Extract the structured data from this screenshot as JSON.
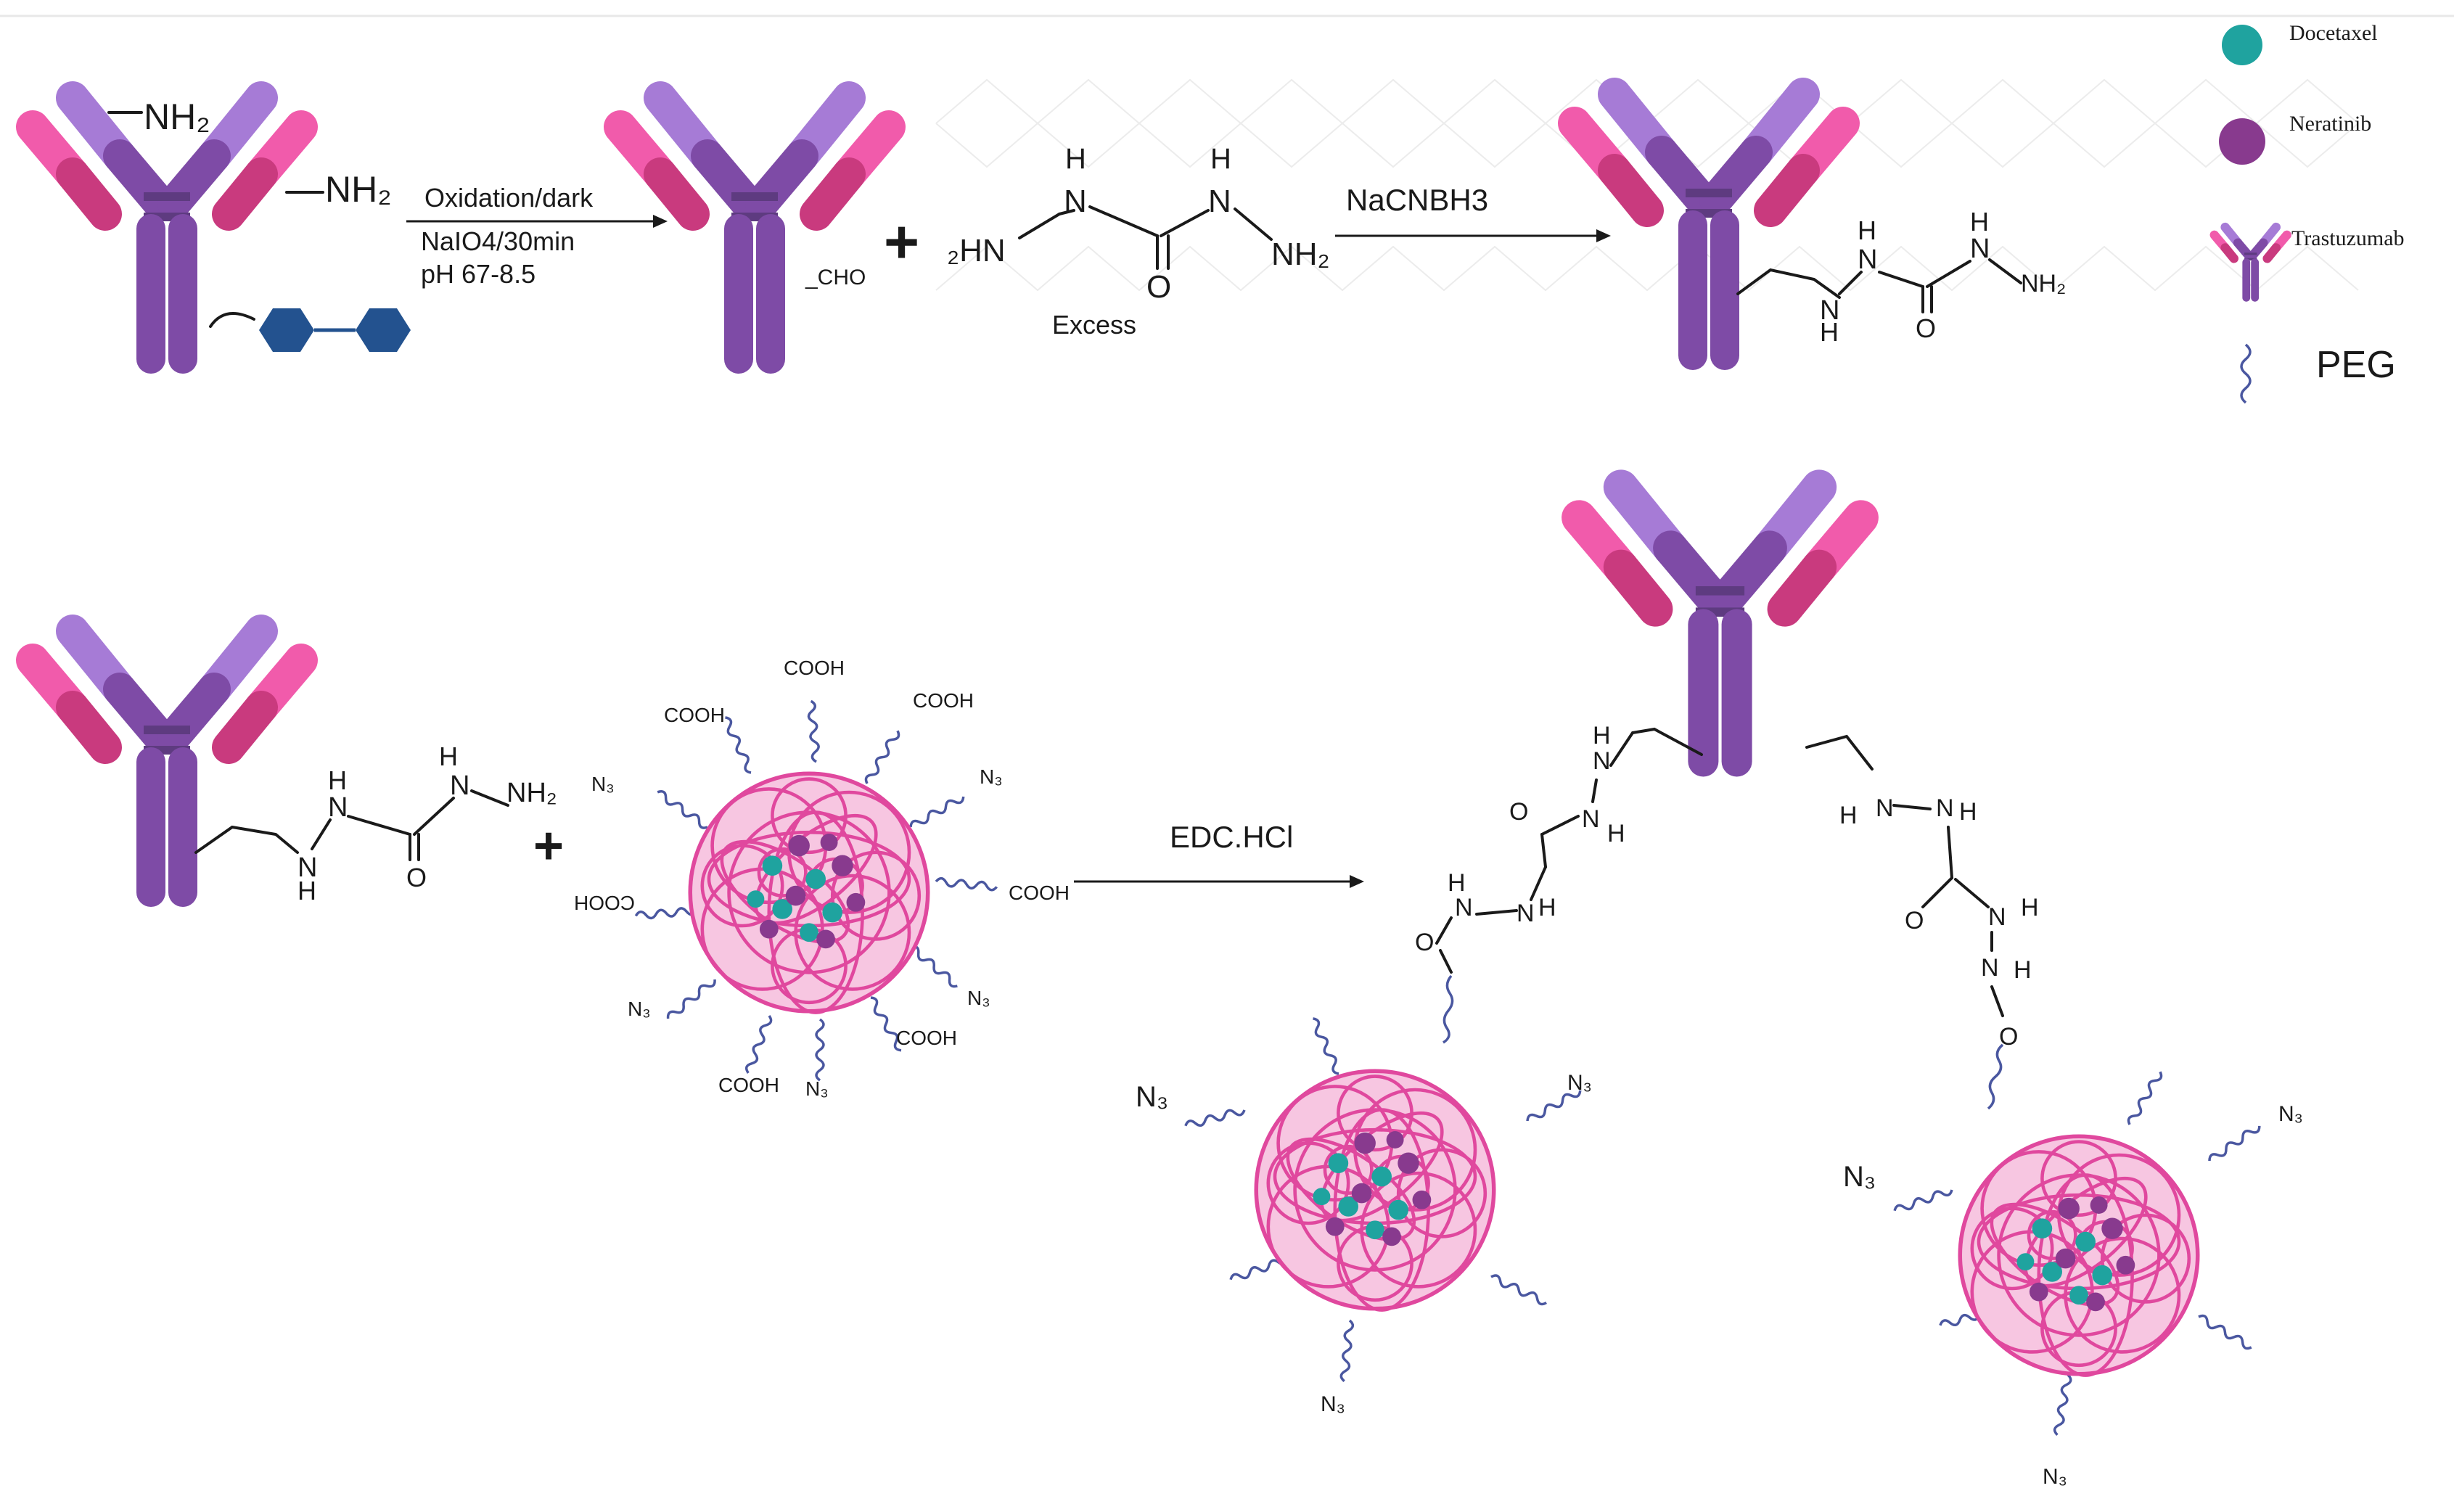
{
  "legend": {
    "docetaxel": "Docetaxel",
    "neratinib": "Neratinib",
    "trastuzumab": "Trastuzumab",
    "peg": "PEG"
  },
  "colors": {
    "antibody_purple": "#7e4ba6",
    "antibody_light": "#a67bd6",
    "antibody_pink": "#f15bab",
    "antibody_magenta": "#c93a7e",
    "glycan_blue": "#23528f",
    "nanoparticle_pink": "#e0489e",
    "docetaxel_teal": "#1fa39f",
    "neratinib_purple": "#883a8e",
    "peg_blue": "#4a57a0"
  },
  "step1": {
    "nh2_top": "NH₂",
    "nh2_side": "NH₂",
    "cond1": "Oxidation/dark",
    "cond2": "NaIO4/30min",
    "cond3": "pH 67-8.5",
    "cho": "_CHO",
    "plus": "+",
    "reagent": {
      "h1": "H",
      "n1": "N",
      "h2": "H",
      "n2": "N",
      "left": "₂HN",
      "right": "NH₂",
      "o": "O",
      "excess": "Excess"
    },
    "reducer": "NaCNBH3",
    "product": {
      "h1": "H",
      "n1": "N",
      "h2": "N",
      "h3": "H",
      "n3": "N",
      "h4": "H",
      "n4": "N",
      "nh2": "NH₂",
      "o": "O"
    }
  },
  "step2": {
    "plus": "+",
    "chain": {
      "h1": "H",
      "n1": "N",
      "h2": "N",
      "h3": "H",
      "n3": "N",
      "h4": "H",
      "n4": "N",
      "nh2": "NH₂",
      "o": "O"
    },
    "np_groups": [
      "COOH",
      "COOH",
      "COOH",
      "COOH",
      "COOH",
      "COOH",
      "COOH",
      "N₃",
      "N₃",
      "N₃",
      "N₃",
      "N₃"
    ],
    "coupling": "EDC.HCl"
  },
  "product": {
    "left_linker": [
      "N",
      "H",
      "N",
      "H",
      "O",
      "N",
      "H",
      "N",
      "H",
      "O"
    ],
    "right_linker": [
      "H",
      "N",
      "N",
      "H",
      "O",
      "H",
      "N",
      "N",
      "H",
      "O"
    ],
    "left_np_n3": [
      "N₃",
      "N₃",
      "N₃"
    ],
    "right_np_n3": [
      "N₃",
      "N₃",
      "N₃"
    ]
  }
}
